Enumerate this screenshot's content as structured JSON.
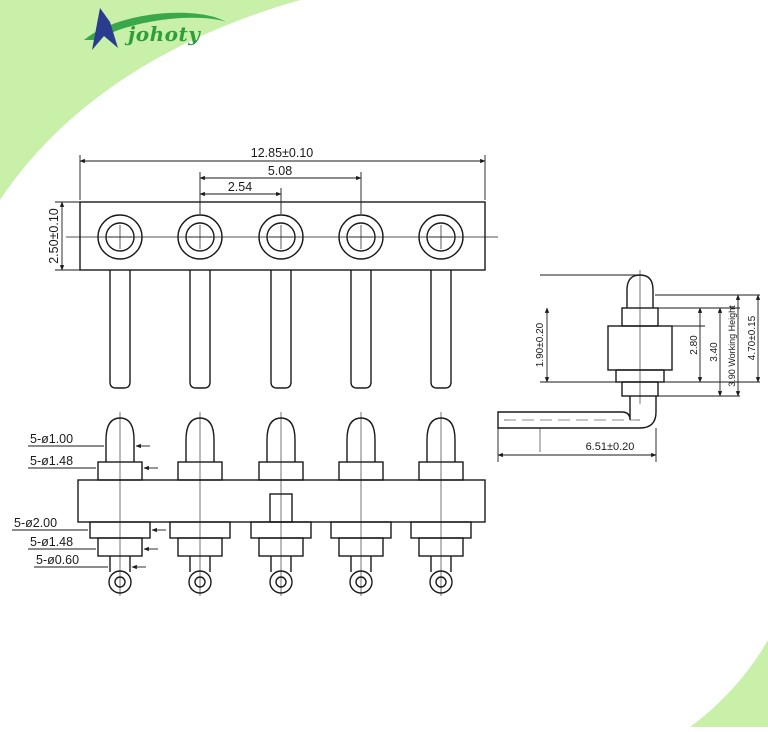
{
  "brand": {
    "name": "johoty",
    "logo_colors": {
      "swoosh": "#3aa74a",
      "mark": "#2b3b8f",
      "text": "#2e9e3a"
    }
  },
  "background": {
    "accent_color": "#c8f0a8"
  },
  "drawing": {
    "line_color": "#1a1a1a",
    "top_view": {
      "overall_width": "12.85±0.10",
      "pitch_double": "5.08",
      "pitch": "2.54",
      "height": "2.50±0.10"
    },
    "front_view": {
      "tip_dia": "5-ø1.00",
      "collar_dia": "5-ø1.48",
      "body_dia": "5-ø2.00",
      "lower_collar_dia": "5-ø1.48",
      "tail_dia": "5-ø0.60"
    },
    "side_view": {
      "tip_height": "1.90±0.20",
      "dim_280": "2.80",
      "dim_340": "3.40",
      "working_height": "3.90 Working Height",
      "total_height": "4.70±0.15",
      "tail_length": "6.51±0.20"
    }
  }
}
